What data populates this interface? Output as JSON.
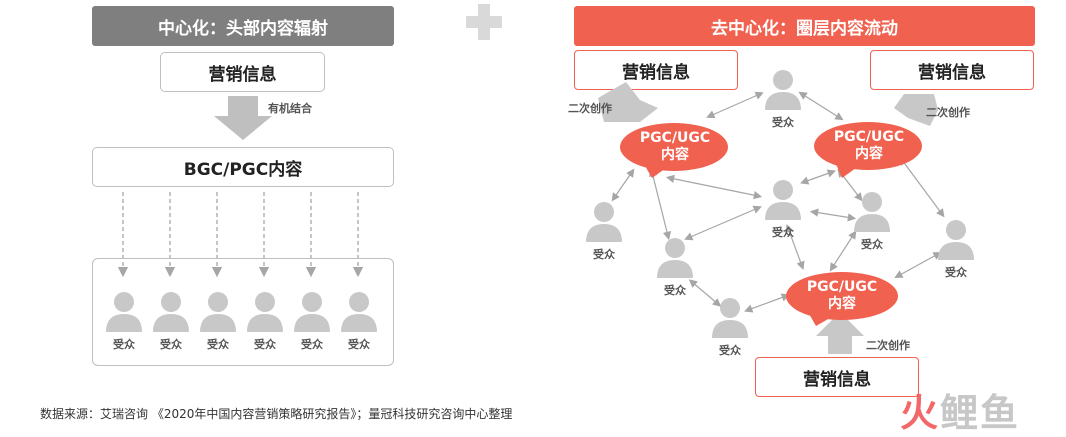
{
  "left": {
    "banner": "中心化：头部内容辐射",
    "marketing": "营销信息",
    "combine_label": "有机结合",
    "content": "BGC/PGC内容",
    "audiences": [
      "受众",
      "受众",
      "受众",
      "受众",
      "受众",
      "受众"
    ]
  },
  "right": {
    "banner": "去中心化：圈层内容流动",
    "marketing_left": "营销信息",
    "marketing_right": "营销信息",
    "marketing_bottom": "营销信息",
    "bubble_line1": "PGC/UGC",
    "bubble_line2": "内容",
    "recreate_label": "二次创作",
    "audience_label": "受众"
  },
  "source": "数据来源：艾瑞咨询 《2020年中国内容营销策略研究报告》；量冠科技研究咨询中心整理",
  "watermark": {
    "part1": "火",
    "part2": "鲤鱼"
  },
  "colors": {
    "accent": "#f0614f",
    "gray_banner": "#7f7f7f",
    "person": "#c8c8c8",
    "arrow": "#a6a6a6"
  }
}
